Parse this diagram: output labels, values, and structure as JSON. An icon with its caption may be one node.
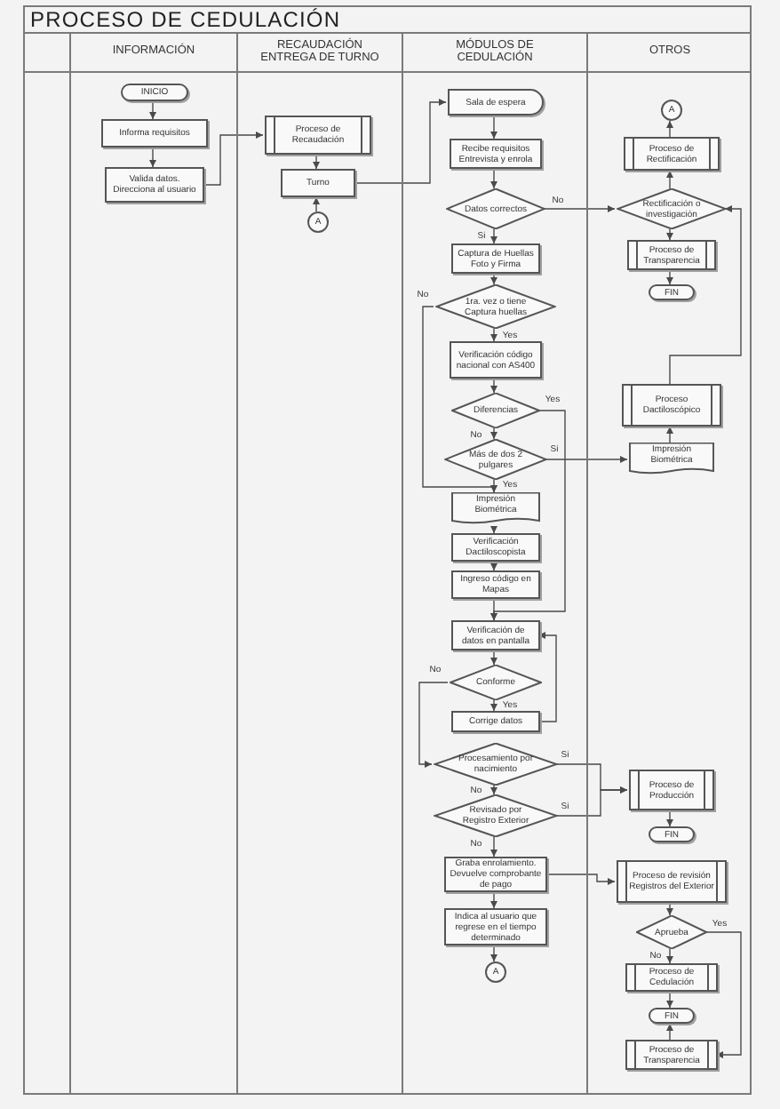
{
  "diagram": {
    "title": "PROCESO DE CEDULACIÓN",
    "nodes": [
      {
        "text": [
          "INFORMACIÓN"
        ]
      },
      {
        "text": [
          "RECAUDACIÓN ENTREGA DE TURNO"
        ]
      },
      {
        "text": [
          "MÓDULOS DE CEDULACIÓN"
        ]
      },
      {
        "text": [
          "OTROS"
        ]
      },
      {
        "text": [
          "INICIO"
        ],
        "in": 0
      },
      {
        "text": [
          "Informa requisitos"
        ],
        "in": 0
      },
      {
        "text": [
          "Valida datos. Direcciona al usuario"
        ],
        "in": 0
      },
      {
        "text": [
          "Proceso de Recaudación"
        ],
        "in": 1
      },
      {
        "text": [
          "Turno"
        ],
        "in": 1
      },
      {
        "text": [
          "A"
        ],
        "in": 1
      },
      {
        "text": [
          "Sala de espera"
        ],
        "in": 2
      },
      {
        "text": [
          "Recibe requisitos Entrevista y enrola"
        ],
        "in": 2
      },
      {
        "text": [
          "Datos correctos"
        ],
        "in": 2
      },
      {
        "text": [
          "Captura de Huellas Foto y Firma"
        ],
        "in": 2
      },
      {
        "text": [
          "1ra. vez o tiene Captura huellas"
        ],
        "in": 2
      },
      {
        "text": [
          "Verificación código nacional con AS400"
        ],
        "in": 2
      },
      {
        "text": [
          "Diferencias"
        ],
        "in": 2
      },
      {
        "text": [
          "Más de dos 2 pulgares"
        ],
        "in": 2
      },
      {
        "text": [
          "Impresión Biométrica"
        ],
        "in": 2
      },
      {
        "text": [
          "Verificación Dactiloscopista"
        ],
        "in": 2
      },
      {
        "text": [
          "Ingreso código en Mapas"
        ],
        "in": 2
      },
      {
        "text": [
          "Verificación de datos en pantalla"
        ],
        "in": 2
      },
      {
        "text": [
          "Conforme"
        ],
        "in": 2
      },
      {
        "text": [
          "Corrige datos"
        ],
        "in": 2
      },
      {
        "text": [
          "Procesamiento por nacimiento"
        ],
        "in": 2
      },
      {
        "text": [
          "Revisado por Registro Exterior"
        ],
        "in": 2
      },
      {
        "text": [
          "Graba enrolamiento. Devuelve comprobante de pago"
        ],
        "in": 2
      },
      {
        "text": [
          "Indica al usuario que regrese en el tiempo determinado"
        ],
        "in": 2
      },
      {
        "text": [
          "A"
        ],
        "in": 2
      },
      {
        "text": [
          "A"
        ],
        "in": 3
      },
      {
        "text": [
          "Proceso de Rectificación"
        ],
        "in": 3
      },
      {
        "text": [
          "Rectificación o investigación"
        ],
        "in": 3
      },
      {
        "text": [
          "Proceso de Transparencia"
        ],
        "in": 3
      },
      {
        "text": [
          "FIN"
        ],
        "in": 3
      },
      {
        "text": [
          "Proceso Dactiloscópico"
        ],
        "in": 3
      },
      {
        "text": [
          "Impresión Biométrica"
        ],
        "in": 3
      },
      {
        "text": [
          "Proceso de Producción"
        ],
        "in": 3
      },
      {
        "text": [
          "FIN"
        ],
        "in": 3
      },
      {
        "text": [
          "Proceso de revisión Registros del Exterior"
        ],
        "in": 3
      },
      {
        "text": [
          "Aprueba"
        ],
        "in": 3
      },
      {
        "text": [
          "Proceso de Cedulación"
        ],
        "in": 3
      },
      {
        "text": [
          "FIN"
        ],
        "in": 3
      },
      {
        "text": [
          "Proceso de Transparencia"
        ],
        "in": 3
      }
    ],
    "edges": [
      {
        "from": 4,
        "to": 5,
        "arrow": "to"
      },
      {
        "from": 5,
        "to": 6,
        "arrow": "to"
      },
      {
        "from": 6,
        "to": 7,
        "arrow": "to"
      },
      {
        "from": 7,
        "to": 8,
        "arrow": "to"
      },
      {
        "from": 8,
        "to": 10,
        "arrow": "to"
      },
      {
        "from": 9,
        "to": 8,
        "arrow": "to"
      },
      {
        "from": 10,
        "to": 11,
        "arrow": "to"
      },
      {
        "from": 11,
        "to": 12,
        "arrow": "to"
      },
      {
        "from": 12,
        "to": 13,
        "arrow": "to",
        "label": "Si"
      },
      {
        "from": 12,
        "to": 31,
        "arrow": "to",
        "label": "No"
      },
      {
        "from": 13,
        "to": 14,
        "arrow": "to"
      },
      {
        "from": 14,
        "to": 15,
        "arrow": "to",
        "label": "Yes"
      },
      {
        "from": 14,
        "to": 18,
        "arrow": "to",
        "label": "No"
      },
      {
        "from": 15,
        "to": 16,
        "arrow": "to"
      },
      {
        "from": 16,
        "to": 17,
        "arrow": "to",
        "label": "No"
      },
      {
        "from": 16,
        "to": 21,
        "arrow": "to",
        "label": "Yes"
      },
      {
        "from": 17,
        "to": 35,
        "arrow": "to",
        "label": "Si"
      },
      {
        "from": 17,
        "to": 18,
        "arrow": "to",
        "label": "Yes"
      },
      {
        "from": 18,
        "to": 19,
        "arrow": "to"
      },
      {
        "from": 19,
        "to": 20,
        "arrow": "to"
      },
      {
        "from": 20,
        "to": 21,
        "arrow": "to"
      },
      {
        "from": 21,
        "to": 22,
        "arrow": "to"
      },
      {
        "from": 22,
        "to": 23,
        "arrow": "to",
        "label": "Yes"
      },
      {
        "from": 22,
        "to": 24,
        "arrow": "to",
        "label": "No"
      },
      {
        "from": 23,
        "to": 21,
        "arrow": "to"
      },
      {
        "from": 24,
        "to": 25,
        "arrow": "to",
        "label": "No"
      },
      {
        "from": 24,
        "to": 36,
        "arrow": "to",
        "label": "Si"
      },
      {
        "from": 25,
        "to": 36,
        "arrow": "to",
        "label": "Si"
      },
      {
        "from": 25,
        "to": 26,
        "arrow": "to",
        "label": "No"
      },
      {
        "from": 26,
        "to": 38,
        "arrow": "to"
      },
      {
        "from": 26,
        "to": 27,
        "arrow": "to"
      },
      {
        "from": 27,
        "to": 28,
        "arrow": "to"
      },
      {
        "from": 31,
        "to": 30,
        "arrow": "to"
      },
      {
        "from": 30,
        "to": 29,
        "arrow": "to"
      },
      {
        "from": 31,
        "to": 32,
        "arrow": "to"
      },
      {
        "from": 32,
        "to": 33,
        "arrow": "to"
      },
      {
        "from": 35,
        "to": 34,
        "arrow": "to"
      },
      {
        "from": 34,
        "to": 31,
        "arrow": "to"
      },
      {
        "from": 36,
        "to": 37,
        "arrow": "to"
      },
      {
        "from": 38,
        "to": 39,
        "arrow": "to"
      },
      {
        "from": 39,
        "to": 40,
        "arrow": "to",
        "label": "No"
      },
      {
        "from": 39,
        "to": 42,
        "arrow": "to",
        "label": "Yes"
      },
      {
        "from": 40,
        "to": 41,
        "arrow": "to"
      },
      {
        "from": 42,
        "to": 41,
        "arrow": "to"
      }
    ]
  }
}
